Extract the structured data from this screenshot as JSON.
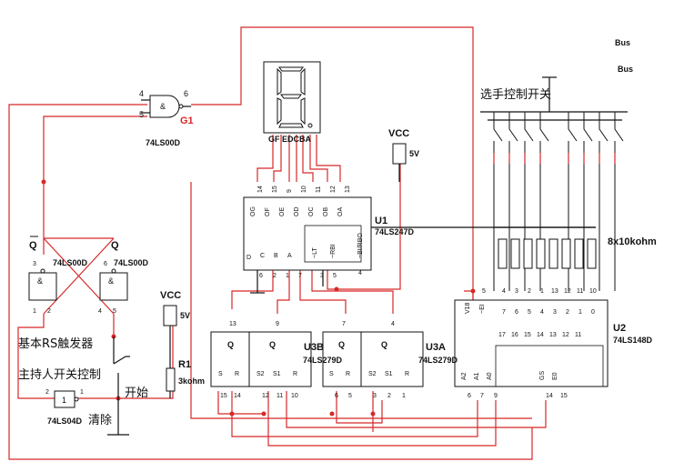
{
  "labels": {
    "bus1": "Bus",
    "bus2": "Bus",
    "gate_g1_pin4": "4",
    "gate_g1_pin5": "5",
    "gate_g1_pin6": "6",
    "gate_g1_name": "G1",
    "gate_g1_part": "74LS00D",
    "gate_g1_sym": "&",
    "display_pins": "GF EDCBA",
    "vcc_top": "VCC",
    "vcc_top_v": "5V",
    "vcc_left": "VCC",
    "vcc_left_v": "5V",
    "u1_name": "U1",
    "u1_part": "74LS247D",
    "u1_outputs": [
      "OG",
      "OF",
      "OE",
      "OD",
      "OC",
      "OB",
      "OA"
    ],
    "u1_out_pins": [
      "14",
      "15",
      "9",
      "10",
      "11",
      "12",
      "13"
    ],
    "u1_inputs": [
      "D",
      "C",
      "B",
      "A"
    ],
    "u1_in_pins": [
      "6",
      "2",
      "1",
      "7"
    ],
    "u1_lt": "~LT",
    "u1_rbi": "~RBI",
    "u1_bi": "~BI/RBO",
    "u1_lt_pin": "3",
    "u1_rbi_pin": "5",
    "u1_bi_pin": "4",
    "switch_title": "选手控制开关",
    "resistor_array": "8x10kohm",
    "u2_name": "U2",
    "u2_part": "74LS148D",
    "u2_top_labels": [
      "7",
      "6",
      "5",
      "4",
      "3",
      "2",
      "1",
      "0"
    ],
    "u2_top_pins": [
      "4",
      "3",
      "2",
      "1",
      "13",
      "12",
      "11",
      "10"
    ],
    "u2_ei": "~EI",
    "u2_ei_pin": "5",
    "u2_v18": "V18",
    "u2_a2": "A2",
    "u2_a1": "A1",
    "u2_a0": "A0",
    "u2_gs": "GS",
    "u2_e0": "E0",
    "u2_inner_labels": [
      "17",
      "16",
      "15",
      "14",
      "13",
      "12",
      "11"
    ],
    "u2_bottom_pins": [
      "6",
      "7",
      "9",
      "14",
      "15"
    ],
    "u3b_name": "U3B",
    "u3b_part": "74LS279D",
    "u3a_name": "U3A",
    "u3a_part": "74LS279D",
    "ff_q": "Q",
    "ff_s": "S",
    "ff_r": "R",
    "ff_s1": "S1",
    "ff_s2": "S2",
    "u3_top_pins": [
      "13",
      "9",
      "7",
      "4"
    ],
    "u3_bot_pins_1": [
      "15",
      "14"
    ],
    "u3_bot_pins_2": [
      "12",
      "11",
      "10"
    ],
    "u3_bot_pins_3": [
      "6",
      "5"
    ],
    "u3_bot_pins_4": [
      "3",
      "2",
      "1"
    ],
    "rs_qbar": "Q",
    "rs_q": "Q",
    "rs_part1": "74LS00D",
    "rs_part2": "74LS00D",
    "rs_pin3": "3",
    "rs_pin1": "1",
    "rs_pin2": "2",
    "rs_pin4": "4",
    "rs_pin5": "5",
    "rs_pin6": "6",
    "rs_title": "基本RS触发器",
    "host_title": "主持人开关控制",
    "start": "开始",
    "clear": "清除",
    "not_part": "74LS04D",
    "not_pin2": "2",
    "not_pin1": "1",
    "not_sym": "1",
    "r1_name": "R1",
    "r1_val": "3kohm"
  }
}
